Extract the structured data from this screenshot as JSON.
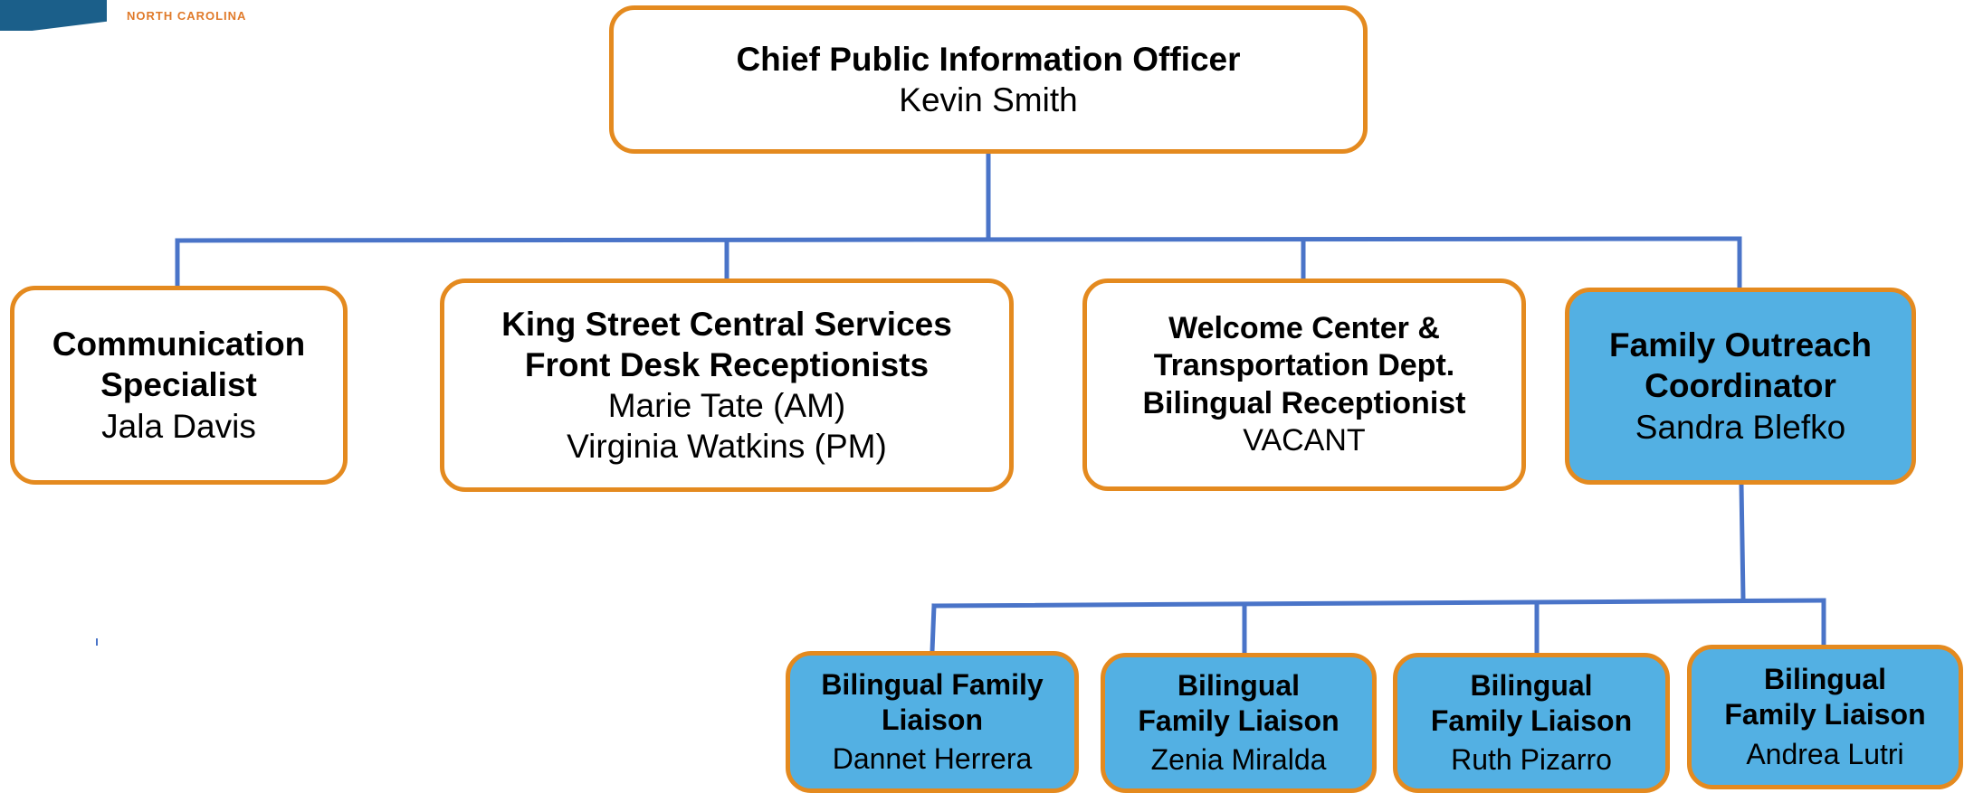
{
  "logo": {
    "tagline": "NORTH CAROLINA"
  },
  "colors": {
    "border": "#e48a1f",
    "connector": "#4a74c8",
    "highlight": "#53b0e3",
    "white": "#ffffff"
  },
  "chief": {
    "title": "Chief Public Information Officer",
    "name": "Kevin Smith"
  },
  "direct_reports": [
    {
      "title": "Communication\nSpecialist",
      "name": "Jala Davis"
    },
    {
      "title": "King Street Central Services\nFront Desk Receptionists",
      "name": "Marie Tate (AM)\nVirginia Watkins (PM)"
    },
    {
      "title": "Welcome Center &\nTransportation Dept.\nBilingual Receptionist",
      "name": "VACANT"
    },
    {
      "title": "Family Outreach\nCoordinator",
      "name": "Sandra Blefko"
    }
  ],
  "liaisons": [
    {
      "title": "Bilingual Family\nLiaison",
      "name": "Dannet Herrera"
    },
    {
      "title": "Bilingual\nFamily Liaison",
      "name": "Zenia Miralda"
    },
    {
      "title": "Bilingual\nFamily Liaison",
      "name": "Ruth Pizarro"
    },
    {
      "title": "Bilingual\nFamily Liaison",
      "name": "Andrea Lutri"
    }
  ]
}
